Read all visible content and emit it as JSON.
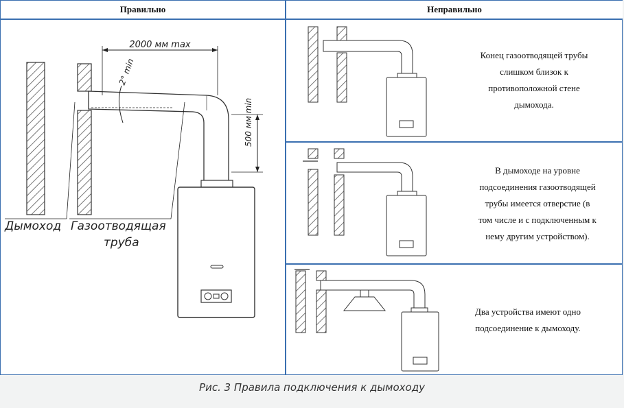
{
  "header": {
    "correct_label": "Правильно",
    "incorrect_label": "Неправильно"
  },
  "correct_diagram": {
    "length_label": "2000 мм max",
    "angle_label": "2° min",
    "height_label": "500 мм min",
    "chimney_label": "Дымоход",
    "flue_pipe_label_line1": "Газоотводящая",
    "flue_pipe_label_line2": "труба"
  },
  "incorrect": [
    {
      "text_lines": [
        "Конец газоотводящей трубы",
        "слишком близок к",
        "противоположной стене",
        "дымохода."
      ]
    },
    {
      "text_lines": [
        "В дымоходе на уровне",
        "подсоединения газоотводящей",
        "трубы имеется отверстие (в",
        "том числе и с подключенным к",
        "нему другим устройством)."
      ]
    },
    {
      "text_lines": [
        "Два устройства имеют одно",
        "подсоединение к дымоходу."
      ]
    }
  ],
  "caption": "Рис. 3 Правила подключения к дымоходу"
}
